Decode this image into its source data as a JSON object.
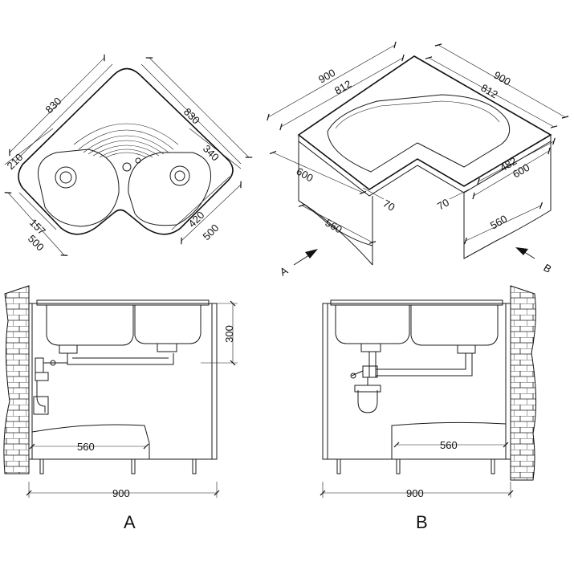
{
  "top_left": {
    "dims": {
      "overall_width": "830",
      "overall_width_right": "830",
      "left_offset": "210",
      "right_offset": "340",
      "small_offset": "157",
      "left_depth": "500",
      "right_inner": "420",
      "right_depth": "500"
    }
  },
  "top_right": {
    "dims": {
      "left_outer": "900",
      "left_inner": "812",
      "right_outer": "900",
      "right_inner": "812",
      "left_depth": "600",
      "right_depth": "600",
      "right_bowl": "482",
      "left_corner": "70",
      "right_corner": "70",
      "left_cabinet": "560",
      "right_cabinet": "560"
    },
    "view_labels": {
      "a": "A",
      "b": "B"
    }
  },
  "bottom_left": {
    "dims": {
      "height": "300",
      "cabinet": "560",
      "width": "900"
    },
    "caption": "A"
  },
  "bottom_right": {
    "dims": {
      "cabinet": "560",
      "width": "900"
    },
    "caption": "B"
  }
}
